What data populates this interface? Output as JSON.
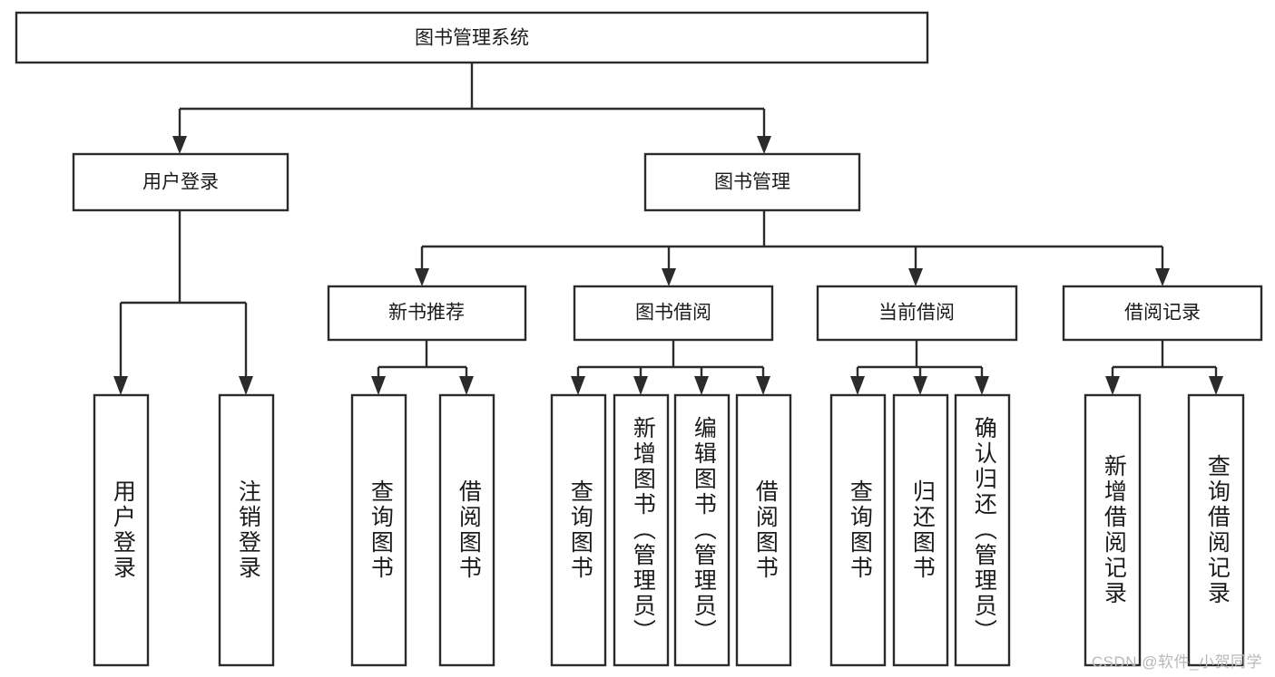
{
  "diagram": {
    "type": "tree",
    "title": "图书管理系统",
    "watermark": "CSDN @软件_小贺同学",
    "root": {
      "label": "图书管理系统"
    },
    "level2": [
      {
        "label": "用户登录"
      },
      {
        "label": "图书管理"
      }
    ],
    "level3": [
      {
        "label": "新书推荐"
      },
      {
        "label": "图书借阅"
      },
      {
        "label": "当前借阅"
      },
      {
        "label": "借阅记录"
      }
    ],
    "leaves": {
      "user_login": [
        {
          "label": "用户登录"
        },
        {
          "label": "注销登录"
        }
      ],
      "new_book_recommend": [
        {
          "label": "查询图书"
        },
        {
          "label": "借阅图书"
        }
      ],
      "book_borrow": [
        {
          "label": "查询图书"
        },
        {
          "label": "新增图书（管理员）"
        },
        {
          "label": "编辑图书（管理员）"
        },
        {
          "label": "借阅图书"
        }
      ],
      "current_borrow": [
        {
          "label": "查询图书"
        },
        {
          "label": "归还图书"
        },
        {
          "label": "确认归还（管理员）"
        }
      ],
      "borrow_record": [
        {
          "label": "新增借阅记录"
        },
        {
          "label": "查询借阅记录"
        }
      ]
    },
    "colors": {
      "stroke": "#2b2b2b",
      "fill": "#ffffff",
      "text": "#1b1b1b",
      "watermark": "#b9b9b9"
    }
  }
}
